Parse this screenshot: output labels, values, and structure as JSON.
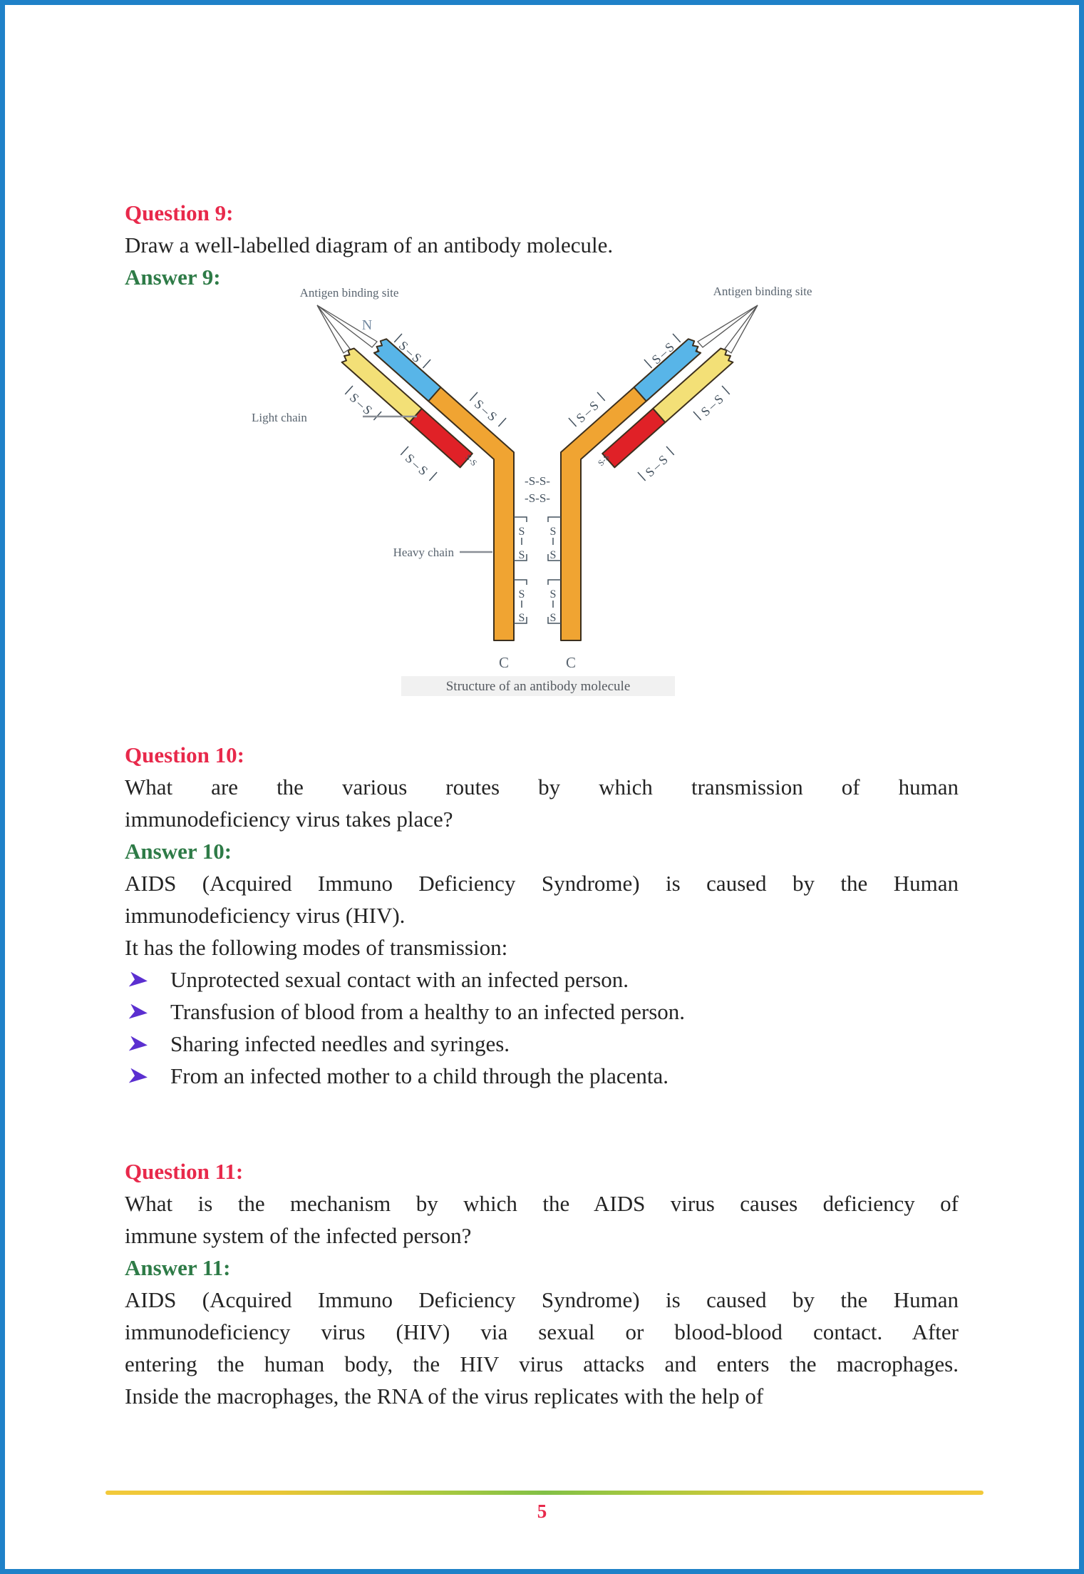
{
  "q9": {
    "question_label": "Question 9:",
    "question_text": "Draw a well-labelled diagram of an antibody molecule.",
    "answer_label": "Answer 9:"
  },
  "diagram": {
    "antigen_binding_site_left": "Antigen binding site",
    "antigen_binding_site_right": "Antigen binding site",
    "n_terminus": "N",
    "c_terminus_left": "C",
    "c_terminus_right": "C",
    "light_chain_label": "Light chain",
    "heavy_chain_label": "Heavy chain",
    "caption": "Structure of an antibody molecule",
    "bond_s": "S",
    "bond_ss": "S–S",
    "bond_ss_small": "S-S",
    "bond_center": "-S-S-",
    "colors": {
      "heavy_chain": "#f0a432",
      "variable_heavy": "#58b5e8",
      "variable_light": "#f3e077",
      "constant_light": "#e02127"
    }
  },
  "q10": {
    "question_label": "Question 10:",
    "question_lines": [
      "What are the various routes by which transmission of human",
      "immunodeficiency virus takes place?"
    ],
    "answer_label": "Answer 10:",
    "answer_lines": [
      "AIDS (Acquired Immuno Deficiency Syndrome) is caused by the Human",
      "immunodeficiency virus (HIV)."
    ],
    "transmission_intro": "It has the following modes of transmission:",
    "bullets": [
      "Unprotected sexual contact with an infected person.",
      "Transfusion of blood from a healthy to an infected person.",
      "Sharing infected needles and syringes.",
      "From an infected mother to a child through the placenta."
    ],
    "bullet_color": "#5b2fd0"
  },
  "q11": {
    "question_label": "Question 11:",
    "question_lines": [
      "What is the mechanism by which the AIDS virus causes deficiency of",
      "immune system of the infected person?"
    ],
    "answer_label": "Answer 11:",
    "answer_lines": [
      "AIDS (Acquired Immuno Deficiency Syndrome) is caused by the Human",
      "immunodeficiency virus (HIV) via sexual or blood-blood contact. After",
      "entering the human body, the HIV virus attacks and enters the macrophages.",
      "Inside the macrophages, the RNA of the virus replicates with the help of"
    ]
  },
  "footer": {
    "page_number": "5"
  }
}
